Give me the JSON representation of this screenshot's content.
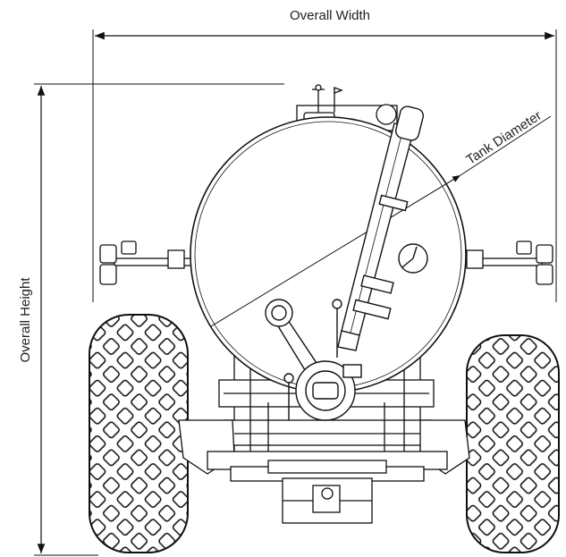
{
  "labels": {
    "overall_width": "Overall Width",
    "overall_height": "Overall Height",
    "tank_diameter": "Tank Diameter"
  },
  "colors": {
    "line": "#111111",
    "background": "#ffffff",
    "tire_fill": "#ffffff"
  }
}
